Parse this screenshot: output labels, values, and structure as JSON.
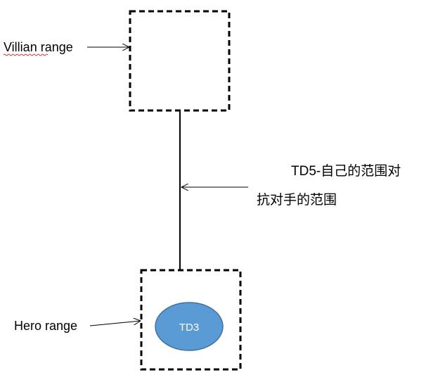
{
  "villain_label": "Villian range",
  "hero_label": "Hero range",
  "annotation_line1": "TD5-自己的范围对",
  "annotation_line2": "抗对手的范围",
  "node_label": "TD3",
  "colors": {
    "node_fill": "#5b9bd5",
    "node_stroke": "#41719c",
    "node_text": "#ffffff",
    "line": "#000000",
    "spellcheck_underline": "#e00000"
  }
}
